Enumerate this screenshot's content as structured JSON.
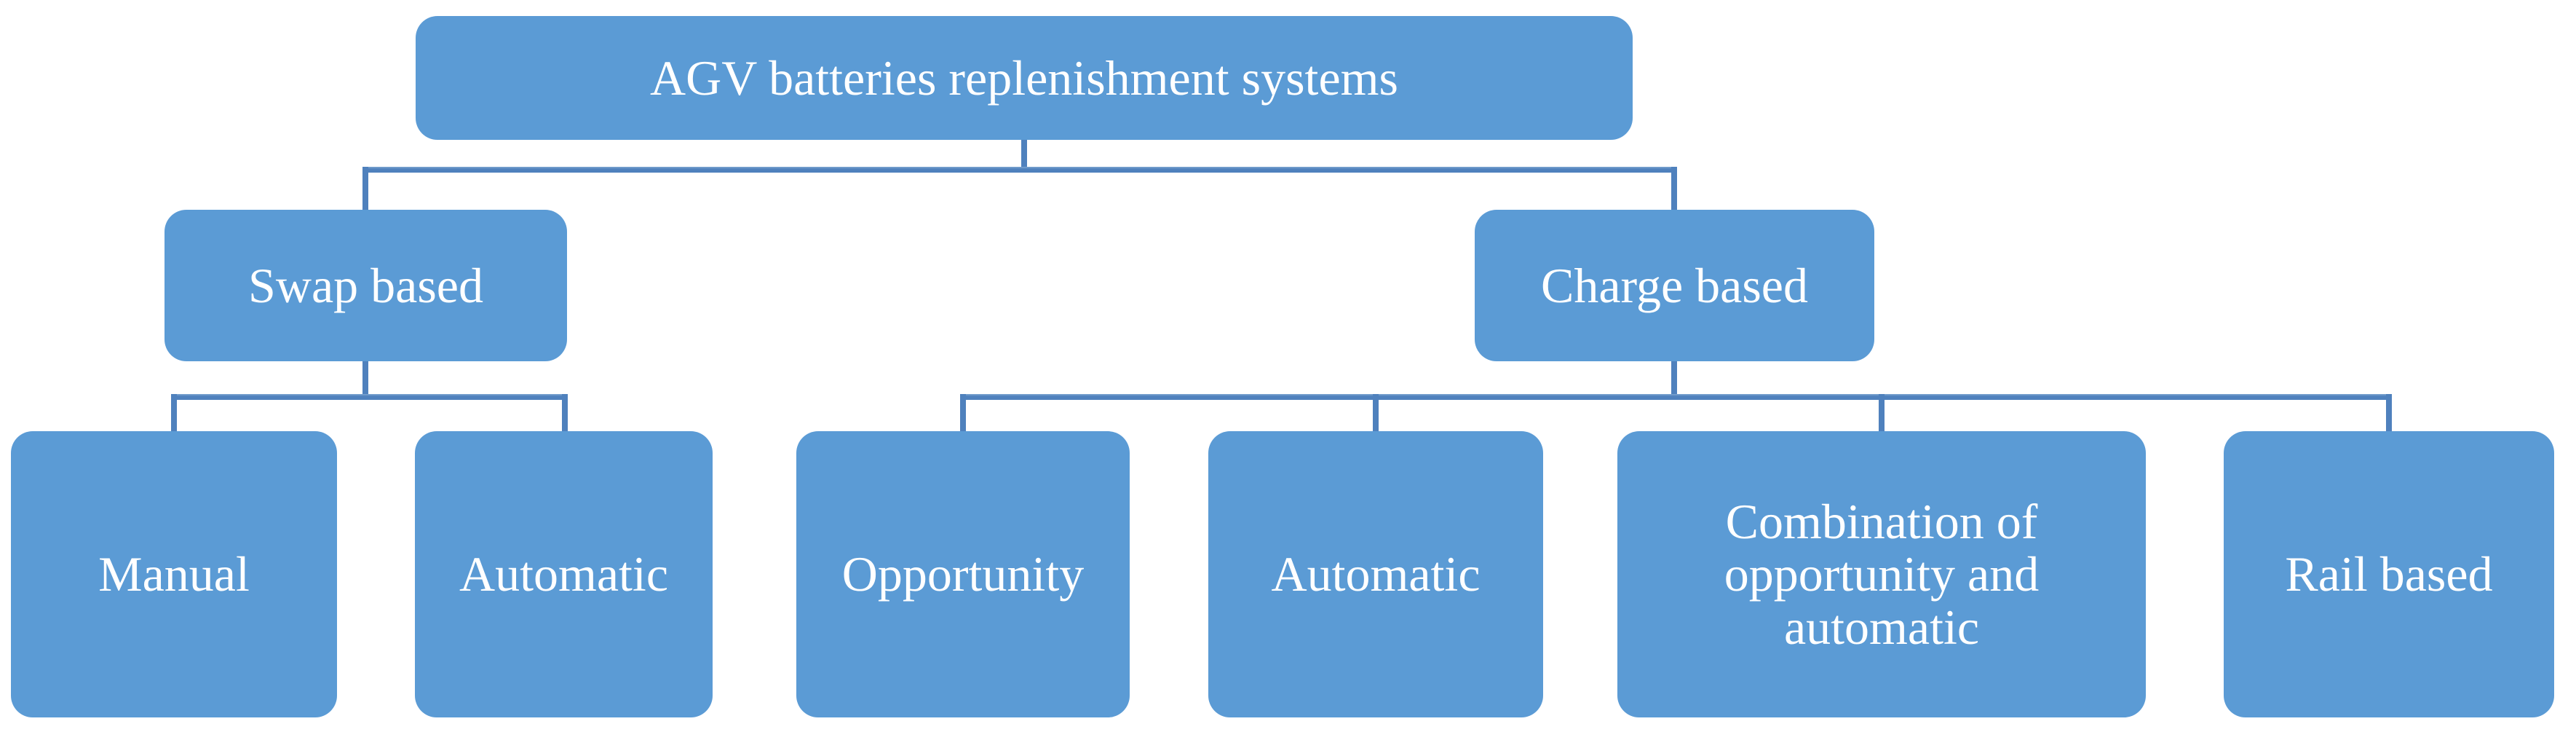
{
  "diagram": {
    "type": "hierarchy",
    "root": {
      "label": "AGV batteries replenishment systems",
      "children": [
        {
          "label": "Swap based",
          "children": [
            {
              "label": "Manual"
            },
            {
              "label": "Automatic"
            }
          ]
        },
        {
          "label": "Charge based",
          "children": [
            {
              "label": "Opportunity"
            },
            {
              "label": "Automatic"
            },
            {
              "label": "Combination of opportunity and automatic"
            },
            {
              "label": "Rail based"
            }
          ]
        }
      ]
    }
  },
  "colors": {
    "box_fill": "#5b9bd5",
    "connector": "#4f81bd",
    "text": "#ffffff",
    "background": "#ffffff"
  }
}
